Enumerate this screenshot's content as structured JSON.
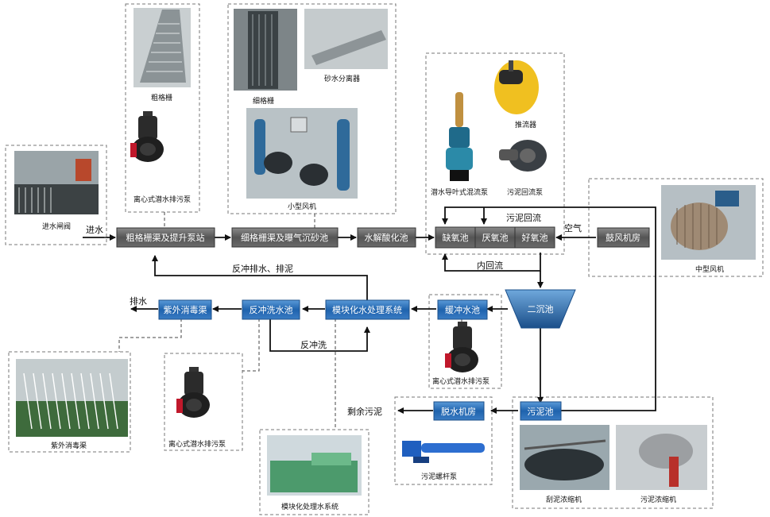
{
  "units": {
    "coarse_screen": "粗格栅渠及提升泵站",
    "fine_screen": "细格栅渠及曝气沉砂池",
    "hydrolysis": "水解酸化池",
    "anoxic": "缺氧池",
    "anaerobic": "厌氧池",
    "aerobic": "好氧池",
    "blower_house": "鼓风机房",
    "secondary_clarifier": "二沉池",
    "buffer_tank": "缓冲水池",
    "modular_system": "模块化水处理系统",
    "backwash_tank": "反冲洗水池",
    "uv_channel": "紫外消毒渠",
    "sludge_tank": "污泥池",
    "dewatering_house": "脱水机房"
  },
  "flow_labels": {
    "inflow": "进水",
    "air": "空气",
    "sludge_return": "污泥回流",
    "internal_return": "内回流",
    "backwash_drain": "反冲排水、排泥",
    "discharge": "排水",
    "backwash": "反冲洗",
    "excess_sludge": "剩余污泥"
  },
  "captions": {
    "inlet_gate": "进水闸阀",
    "coarse_grille": "粗格栅",
    "submersible_pump_1": "离心式潜水排污泵",
    "fine_grille": "细格栅",
    "sand_separator": "砂水分离器",
    "small_blower": "小型风机",
    "propeller_pump": "潜水导叶式混流泵",
    "mixer": "推流器",
    "sludge_return_pump": "污泥回流泵",
    "medium_blower": "中型风机",
    "submersible_pump_2": "离心式潜水排污泵",
    "uv_channel_photo": "紫外消毒渠",
    "submersible_pump_3": "离心式潜水排污泵",
    "modular_system_photo": "模块化处理水系统",
    "screw_pump": "污泥螺杆泵",
    "scraper_thickener": "刮泥浓缩机",
    "sludge_thickener": "污泥浓缩机"
  },
  "colors": {
    "gray_box": "#5a5a5a",
    "blue_box": "#2a70b8",
    "flow_line": "#111111"
  }
}
